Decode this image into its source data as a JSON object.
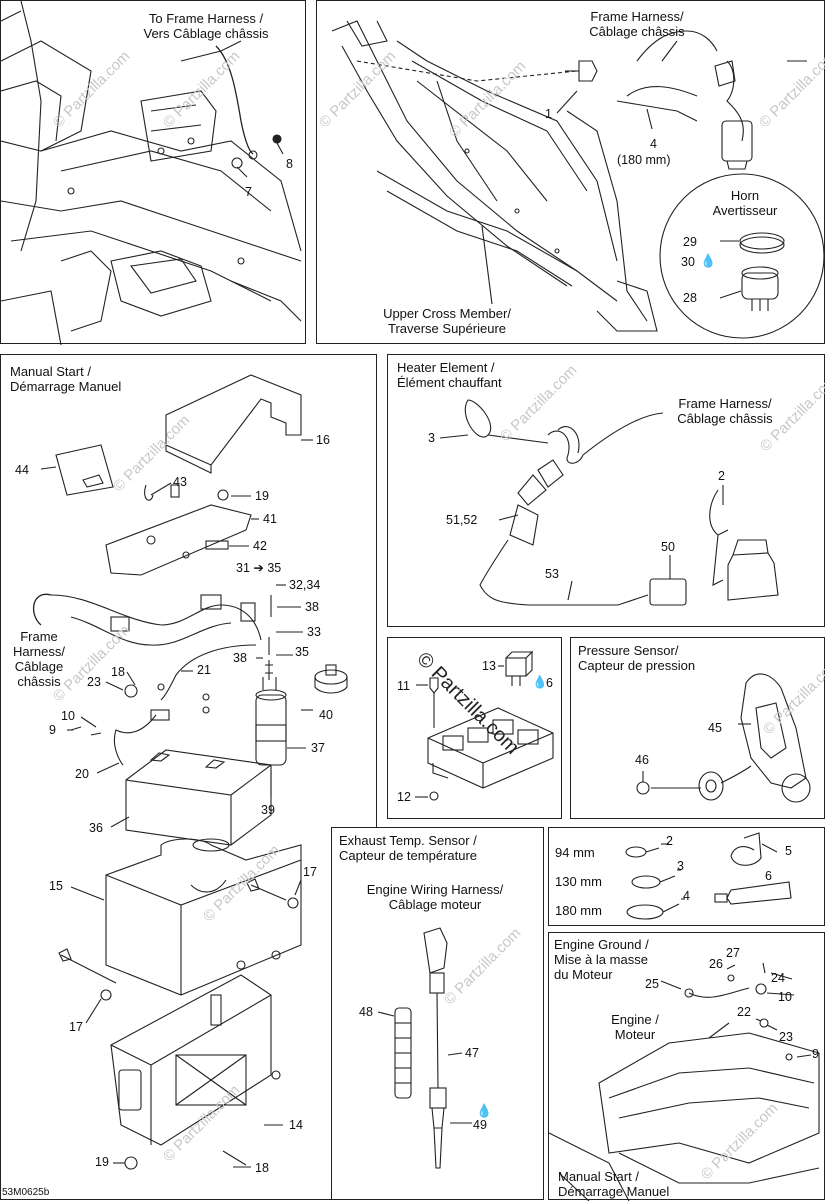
{
  "watermark": {
    "text": "© Partzilla.com"
  },
  "drawing_code": "53M0625b",
  "panels": {
    "frame_left": {
      "title": "To Frame Harness / Vers Câblage châssis",
      "title_l1": "To Frame Harness /",
      "title_l2": "Vers Câblage châssis",
      "callouts": [
        "8",
        "7"
      ]
    },
    "frame_right": {
      "frame_harness_l1": "Frame Harness/",
      "frame_harness_l2": "Câblage châssis",
      "horn_l1": "Horn",
      "horn_l2": "Avertisseur",
      "cross_member_l1": "Upper Cross Member/",
      "cross_member_l2": "Traverse Supérieure",
      "callouts": [
        "1",
        "4",
        "(180 mm)",
        "29",
        "30",
        "28"
      ]
    },
    "manual_start": {
      "title_l1": "Manual Start /",
      "title_l2": "Démarrage Manuel",
      "frame_harness_l1": "Frame",
      "frame_harness_l2": "Harness/",
      "frame_harness_l3": "Câblage",
      "frame_harness_l4": "châssis",
      "callouts": [
        "16",
        "44",
        "43",
        "19",
        "41",
        "42",
        "31",
        "35",
        "32,34",
        "38",
        "33",
        "35",
        "38",
        "21",
        "18",
        "23",
        "40",
        "10",
        "9",
        "20",
        "37",
        "36",
        "39",
        "15",
        "17",
        "17",
        "14",
        "19",
        "18"
      ]
    },
    "heater": {
      "title_l1": "Heater Element /",
      "title_l2": "Élément chauffant",
      "frame_harness_l1": "Frame Harness/",
      "frame_harness_l2": "Câblage châssis",
      "callouts": [
        "3",
        "2",
        "51,52",
        "50",
        "53"
      ]
    },
    "fuse_box": {
      "callouts": [
        "13",
        "6",
        "11",
        "12"
      ]
    },
    "pressure": {
      "title_l1": "Pressure Sensor/",
      "title_l2": "Capteur de pression",
      "callouts": [
        "45",
        "46"
      ]
    },
    "exhaust": {
      "title_l1": "Exhaust Temp. Sensor /",
      "title_l2": "Capteur de température",
      "harness_l1": "Engine Wiring Harness/",
      "harness_l2": "Câblage moteur",
      "callouts": [
        "48",
        "47",
        "49"
      ]
    },
    "ties": {
      "rows": [
        {
          "size": "94 mm",
          "callout": "2"
        },
        {
          "size": "130 mm",
          "callout": "3"
        },
        {
          "size": "180 mm",
          "callout": "4"
        }
      ],
      "callouts": [
        "5",
        "6"
      ]
    },
    "ground": {
      "title_l1": "Engine Ground /",
      "title_l2": "Mise à la masse",
      "title_l3": "du Moteur",
      "engine_l1": "Engine /",
      "engine_l2": "Moteur",
      "manual_l1": "Manual Start /",
      "manual_l2": "Démarrage Manuel",
      "callouts": [
        "27",
        "26",
        "24",
        "25",
        "10",
        "22",
        "23",
        "9"
      ]
    }
  }
}
